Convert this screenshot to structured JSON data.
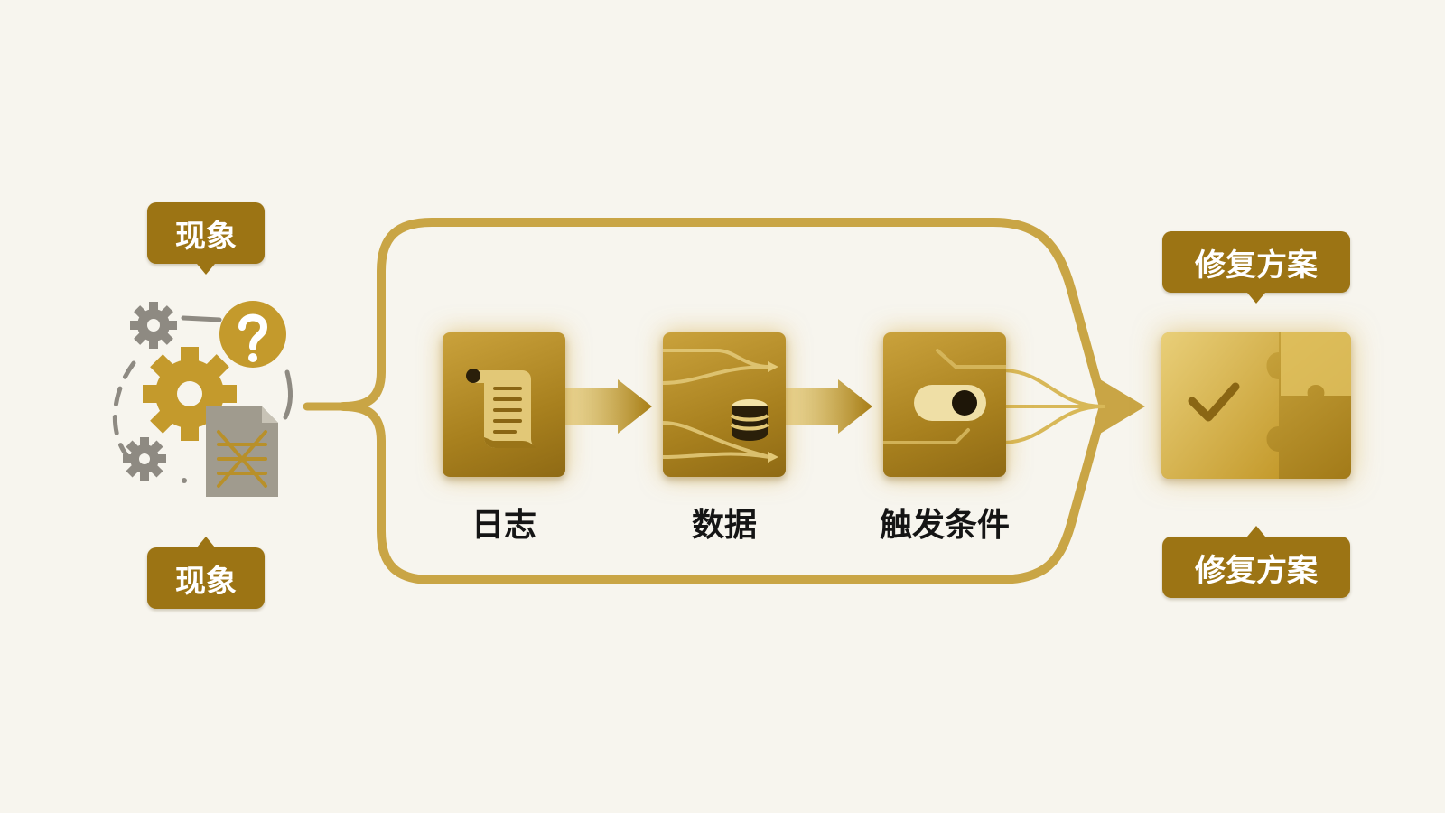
{
  "phenomenon": {
    "top_label": "现象",
    "bottom_label": "现象",
    "icons": [
      "gear-icon",
      "question-icon",
      "corrupted-document-icon"
    ]
  },
  "steps": [
    {
      "label": "日志",
      "icon": "log-scroll-icon"
    },
    {
      "label": "数据",
      "icon": "database-flow-icon"
    },
    {
      "label": "触发条件",
      "icon": "toggle-switch-icon"
    }
  ],
  "solution": {
    "top_label": "修复方案",
    "bottom_label": "修复方案",
    "icon": "puzzle-check-icon"
  },
  "colors": {
    "background": "#f7f5ee",
    "accent": "#9c7414",
    "outline": "#c9a545",
    "tile": "#b08824",
    "text": "#151515",
    "gray_icon": "#8e8a82"
  }
}
